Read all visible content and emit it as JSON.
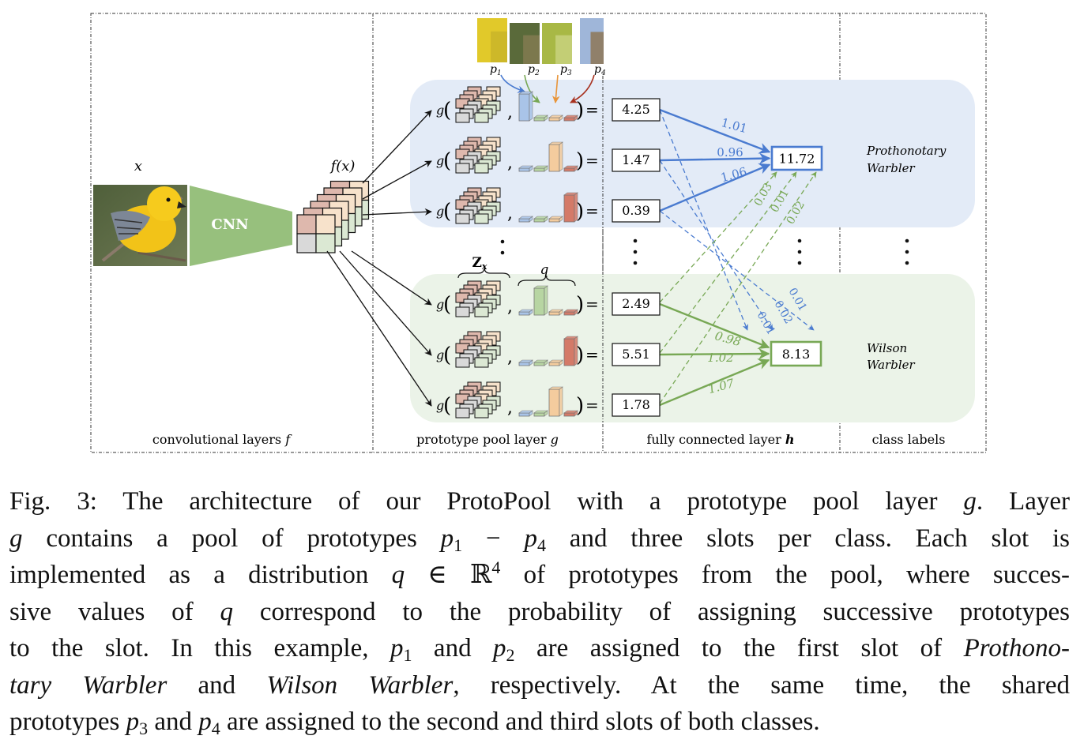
{
  "figure": {
    "input_label": "x",
    "cnn_label": "CNN",
    "feature_label": "f(x)",
    "zx_label": "Z",
    "zx_sub": "x",
    "q_label": "q",
    "g_label": "g",
    "prototypes": [
      {
        "label": "p",
        "sub": "1",
        "color": "#4a7bd0"
      },
      {
        "label": "p",
        "sub": "2",
        "color": "#78a855"
      },
      {
        "label": "p",
        "sub": "3",
        "color": "#e8953a"
      },
      {
        "label": "p",
        "sub": "4",
        "color": "#a83220"
      }
    ],
    "proto_colors_fill": [
      "#a9c4e8",
      "#b7d5a2",
      "#f4cc9e",
      "#d47a68"
    ],
    "classes": [
      {
        "name_line1": "Prothonotary",
        "name_line2": "Warbler",
        "theme": "blue",
        "output_value": "11.72",
        "slots": [
          {
            "similarity": "4.25",
            "weight": "1.01",
            "q": [
              0.85,
              0.05,
              0.05,
              0.05
            ]
          },
          {
            "similarity": "1.47",
            "weight": "0.96",
            "q": [
              0.05,
              0.05,
              0.85,
              0.05
            ]
          },
          {
            "similarity": "0.39",
            "weight": "1.06",
            "q": [
              0.05,
              0.05,
              0.05,
              0.85
            ]
          }
        ],
        "cross_weights": [
          "0.01",
          "0.02",
          "0.01"
        ]
      },
      {
        "name_line1": "Wilson",
        "name_line2": "Warbler",
        "theme": "green",
        "output_value": "8.13",
        "slots": [
          {
            "similarity": "2.49",
            "weight": "0.98",
            "q": [
              0.05,
              0.85,
              0.05,
              0.05
            ]
          },
          {
            "similarity": "5.51",
            "weight": "1.02",
            "q": [
              0.05,
              0.05,
              0.05,
              0.85
            ]
          },
          {
            "similarity": "1.78",
            "weight": "1.07",
            "q": [
              0.05,
              0.05,
              0.85,
              0.05
            ]
          }
        ],
        "cross_weights": [
          "0.03",
          "0.01",
          "0.02"
        ]
      }
    ],
    "section_labels": {
      "conv": "convolutional layers",
      "conv_sym": "f",
      "pool": "prototype pool layer",
      "pool_sym": "g",
      "fc": "fully connected layer",
      "fc_sym": "h",
      "classes": "class labels"
    },
    "colors": {
      "blue_region": "#e3ebf7",
      "green_region": "#ebf3e8",
      "blue_line": "#4a7bd0",
      "green_line": "#78a855",
      "cnn_green": "#97c07d"
    }
  },
  "caption": {
    "lines": [
      "Fig. 3: The architecture of our ProtoPool with a prototype pool layer <i>g</i>. Layer",
      "<i>g</i> contains a pool of prototypes <i>p</i><sub>1</sub> &minus; <i>p</i><sub>4</sub> and three slots per class. Each slot is",
      "implemented as a distribution <i>q</i> &isin; &#8477;<sup>4</sup> of prototypes from the pool, where succes-",
      "sive values of <i>q</i> correspond to the probability of assigning successive prototypes",
      "to the slot. In this example, <i>p</i><sub>1</sub> and <i>p</i><sub>2</sub> are assigned to the first slot of <i>Prothono-</i>",
      "<i>tary Warbler</i> and <i>Wilson Warbler</i>, respectively. At the same time, the shared",
      "prototypes <i>p</i><sub>3</sub> and <i>p</i><sub>4</sub> are assigned to the second and third slots of both classes."
    ]
  }
}
